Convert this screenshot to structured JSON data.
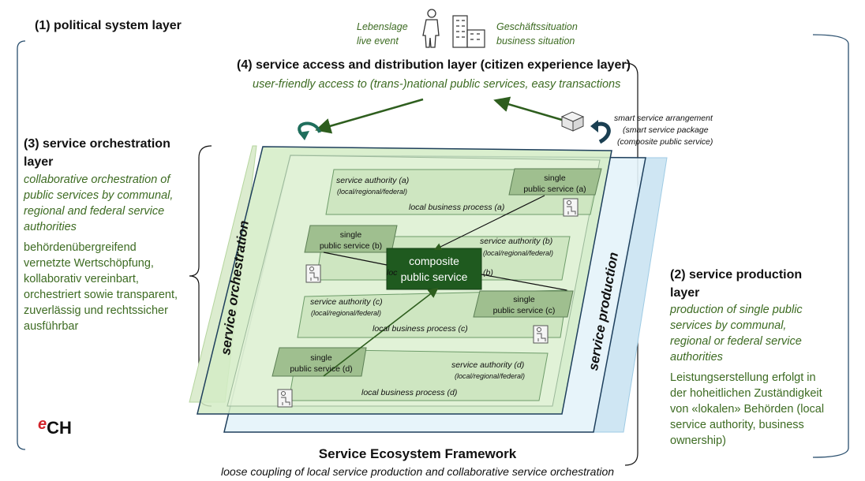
{
  "political_layer_title": "(1) political system layer",
  "top": {
    "live_event_de": "Lebenslage",
    "live_event_en": "live event",
    "business_situation_de": "Geschäftssituation",
    "business_situation_en": "business situation"
  },
  "access_layer": {
    "title": "(4) service access and distribution layer (citizen experience layer)",
    "subtitle": "user-friendly access to (trans-)national public services, easy transactions"
  },
  "smart_service": {
    "line1": "smart service arrangement",
    "line2": "(smart service package",
    "line3": "(composite public service)"
  },
  "orchestration_layer": {
    "title_line1": "(3) service orchestration",
    "title_line2": "layer",
    "desc": [
      "collaborative orchestration of",
      "public services by communal,",
      "regional and federal service",
      "authorities"
    ],
    "desc_de": [
      "behördenübergreifend",
      "vernetzte Wertschöpfung,",
      "kollaborativ vereinbart,",
      "orchestriert sowie transparent,",
      "zuverlässig und rechtssicher",
      "ausführbar"
    ]
  },
  "production_layer": {
    "title_line1": "(2) service production",
    "title_line2": "layer",
    "desc": [
      "production of single public",
      "services by communal,",
      "regional or federal service",
      "authorities"
    ],
    "desc_de": [
      "Leistungserstellung erfolgt in",
      "der hoheitlichen Zuständigkeit",
      "von «lokalen» Behörden (local",
      "service authority, business",
      "ownership)"
    ]
  },
  "diagram": {
    "vertical_orchestration": "service orchestration",
    "vertical_production": "service production",
    "composite_line1": "composite",
    "composite_line2": "public service",
    "authorities": [
      {
        "authority": "service authority (a)",
        "scope": "(local/regional/federal)",
        "process": "local business process (a)",
        "single_l1": "single",
        "single_l2": "public service (a)"
      },
      {
        "authority": "service authority (b)",
        "scope": "(local/regional/federal)",
        "process_left": "loc",
        "process_right": "(b)",
        "single_l1": "single",
        "single_l2": "public service (b)"
      },
      {
        "authority": "service authority (c)",
        "scope": "(local/regional/federal)",
        "process": "local business process (c)",
        "single_l1": "single",
        "single_l2": "public service (c)"
      },
      {
        "authority": "service authority (d)",
        "scope": "(local/regional/federal)",
        "process": "local business process (d)",
        "single_l1": "single",
        "single_l2": "public service (d)"
      }
    ]
  },
  "footer": {
    "title": "Service Ecosystem Framework",
    "subtitle": "loose coupling of local service production and collaborative service orchestration"
  },
  "logo": {
    "e": "e",
    "text": "CH"
  },
  "colors": {
    "dark_green": "#2e5e1e",
    "text_green": "#3d6b22",
    "light_green": "#dff0d8",
    "light_blue": "#d6ebf5",
    "box_green": "#1f5a1f"
  }
}
